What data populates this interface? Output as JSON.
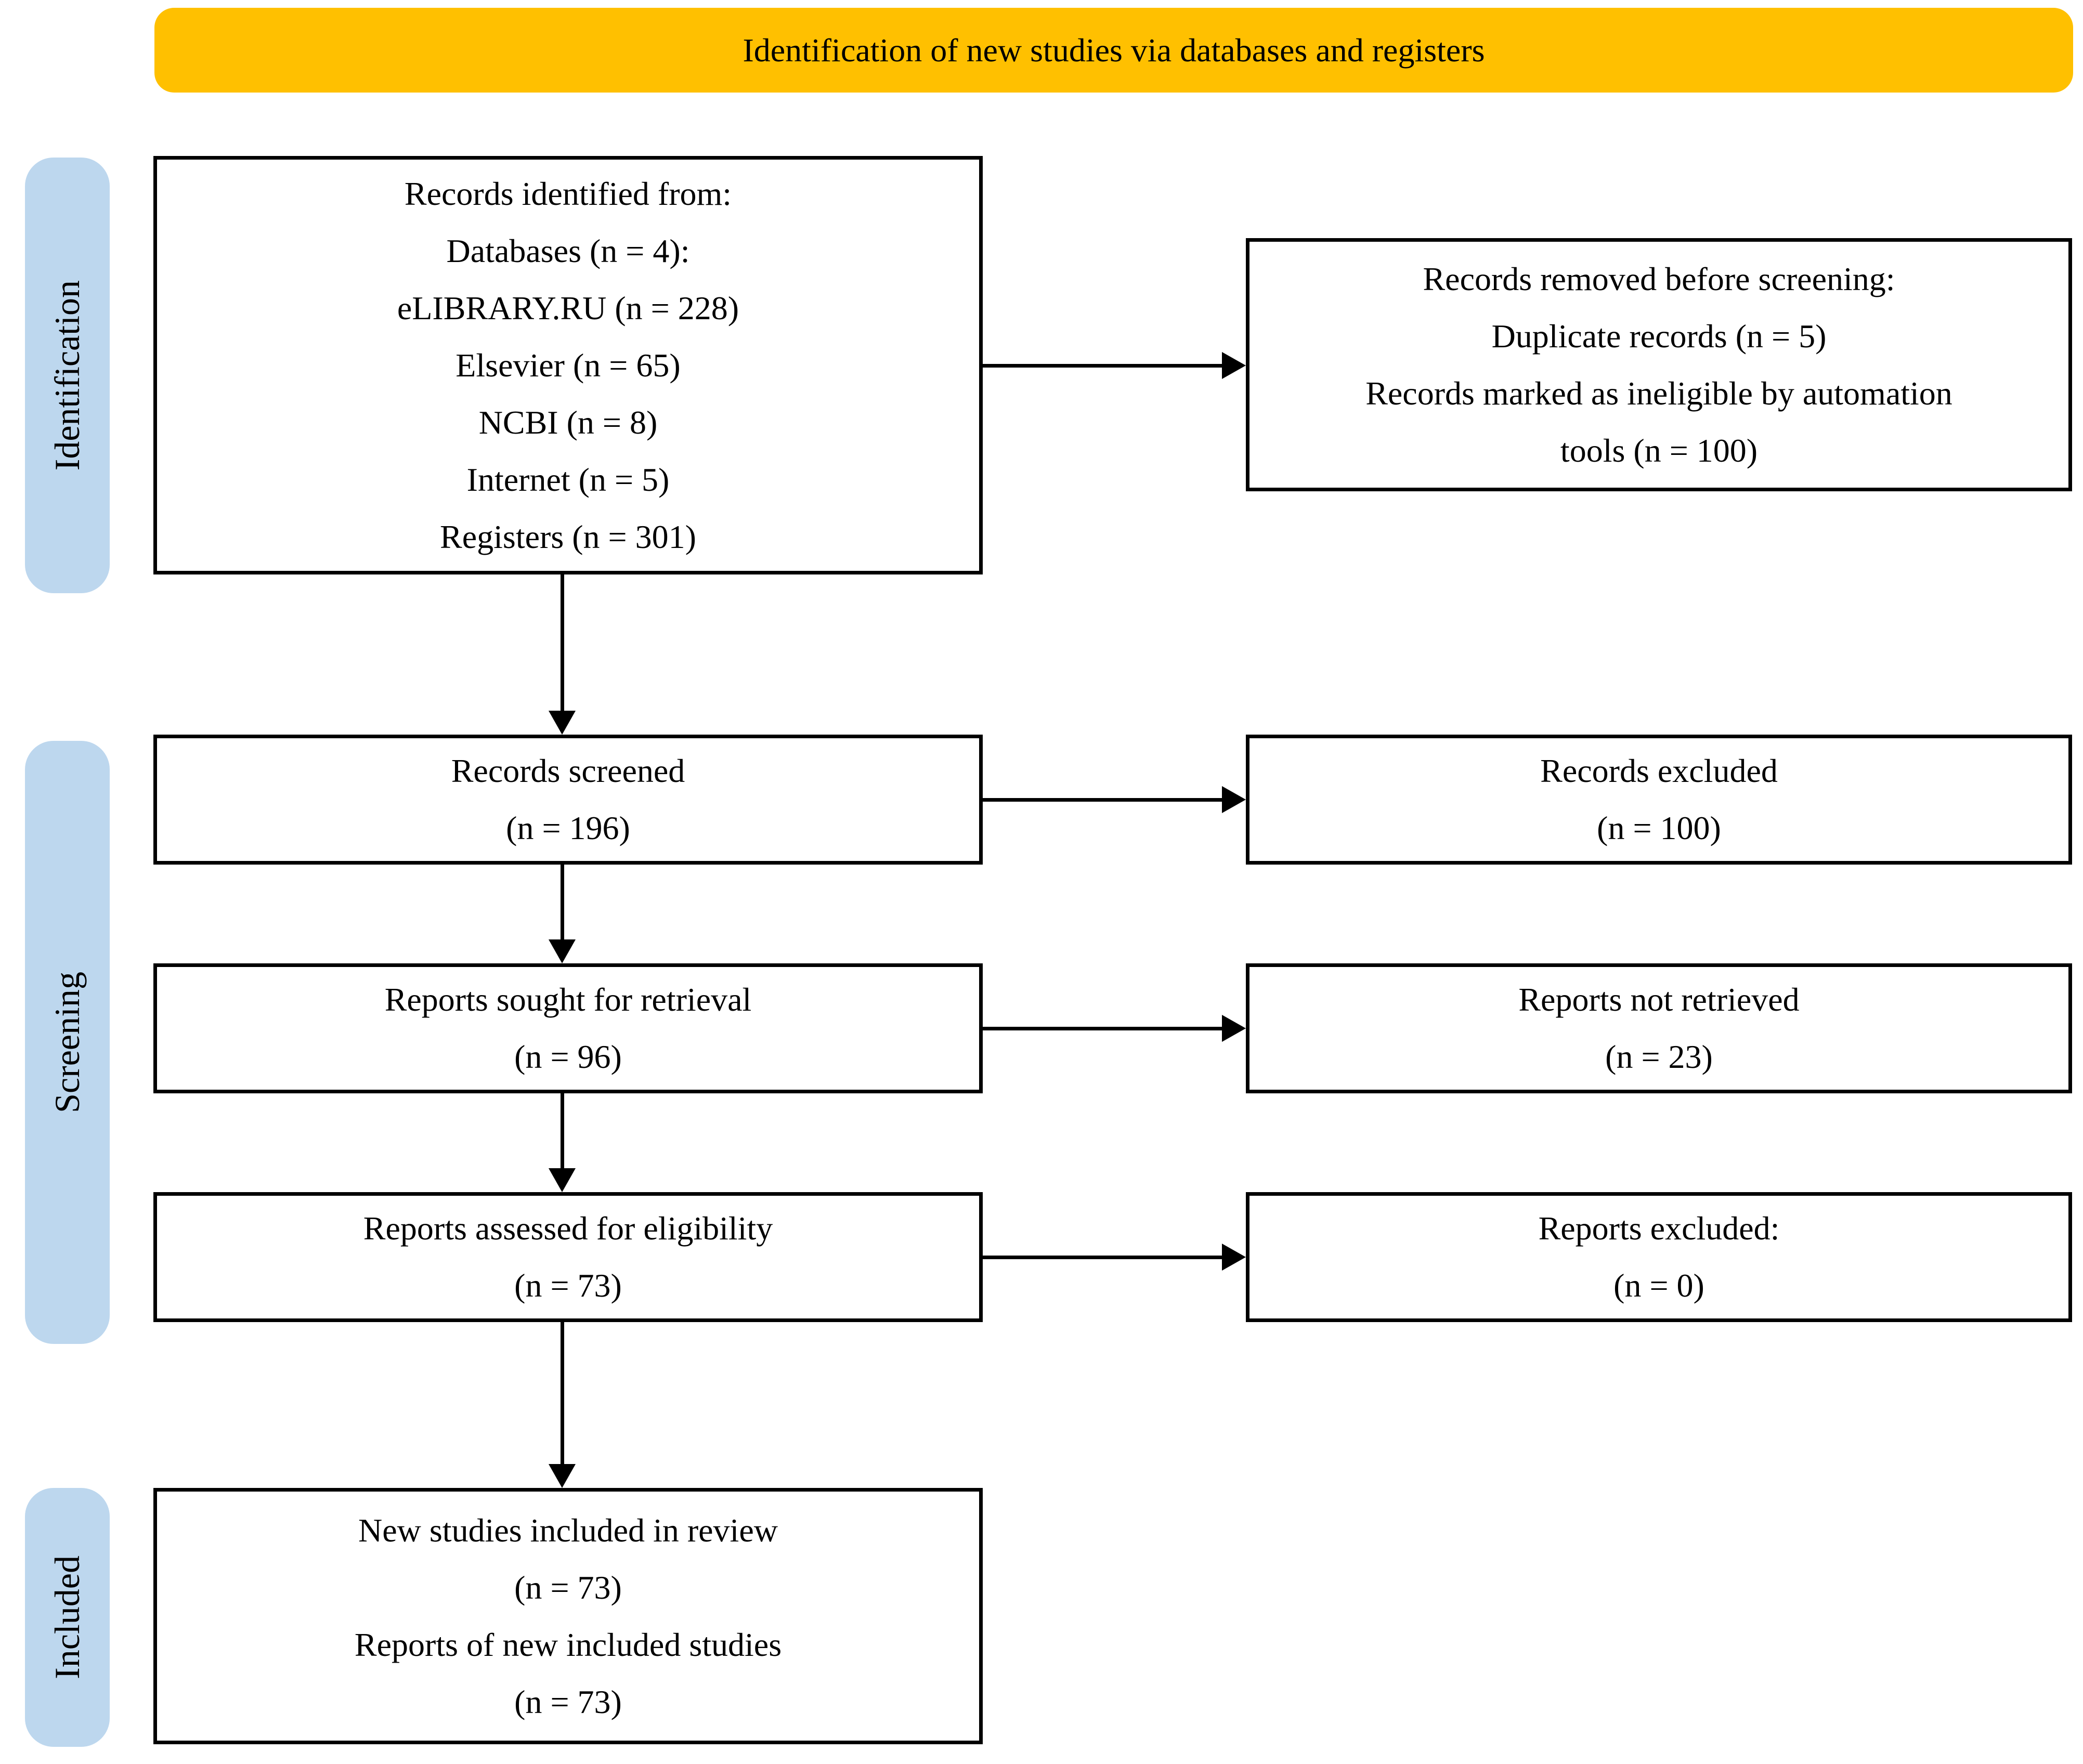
{
  "banner": {
    "title": "Identification of new studies via databases and registers"
  },
  "stages": [
    {
      "label": "Identification"
    },
    {
      "label": "Screening"
    },
    {
      "label": "Included"
    }
  ],
  "boxes": {
    "records_identified": {
      "lines": [
        "Records identified from:",
        "Databases (n = 4):",
        "eLIBRARY.RU (n = 228)",
        "Elsevier (n = 65)",
        "NCBI (n = 8)",
        "Internet (n = 5)",
        "Registers (n = 301)"
      ]
    },
    "records_removed": {
      "lines": [
        "Records removed before screening:",
        "Duplicate records (n = 5)",
        "Records marked as ineligible by automation",
        "tools (n = 100)"
      ]
    },
    "records_screened": {
      "lines": [
        "Records screened",
        "(n = 196)"
      ]
    },
    "records_excluded": {
      "lines": [
        "Records excluded",
        "(n = 100)"
      ]
    },
    "reports_sought": {
      "lines": [
        "Reports sought for retrieval",
        "(n = 96)"
      ]
    },
    "reports_not_retrieved": {
      "lines": [
        "Reports not retrieved",
        "(n = 23)"
      ]
    },
    "reports_assessed": {
      "lines": [
        "Reports assessed for eligibility",
        "(n = 73)"
      ]
    },
    "reports_excluded": {
      "lines": [
        "Reports excluded:",
        "(n = 0)"
      ]
    },
    "new_studies_included": {
      "lines": [
        "New studies included in review",
        "(n = 73)",
        "Reports of new included studies",
        "(n = 73)"
      ]
    }
  },
  "colors": {
    "banner_bg": "#FFC000",
    "stage_bg": "#BDD7EE",
    "box_border": "#000000",
    "text": "#000000",
    "background": "#FFFFFF"
  }
}
